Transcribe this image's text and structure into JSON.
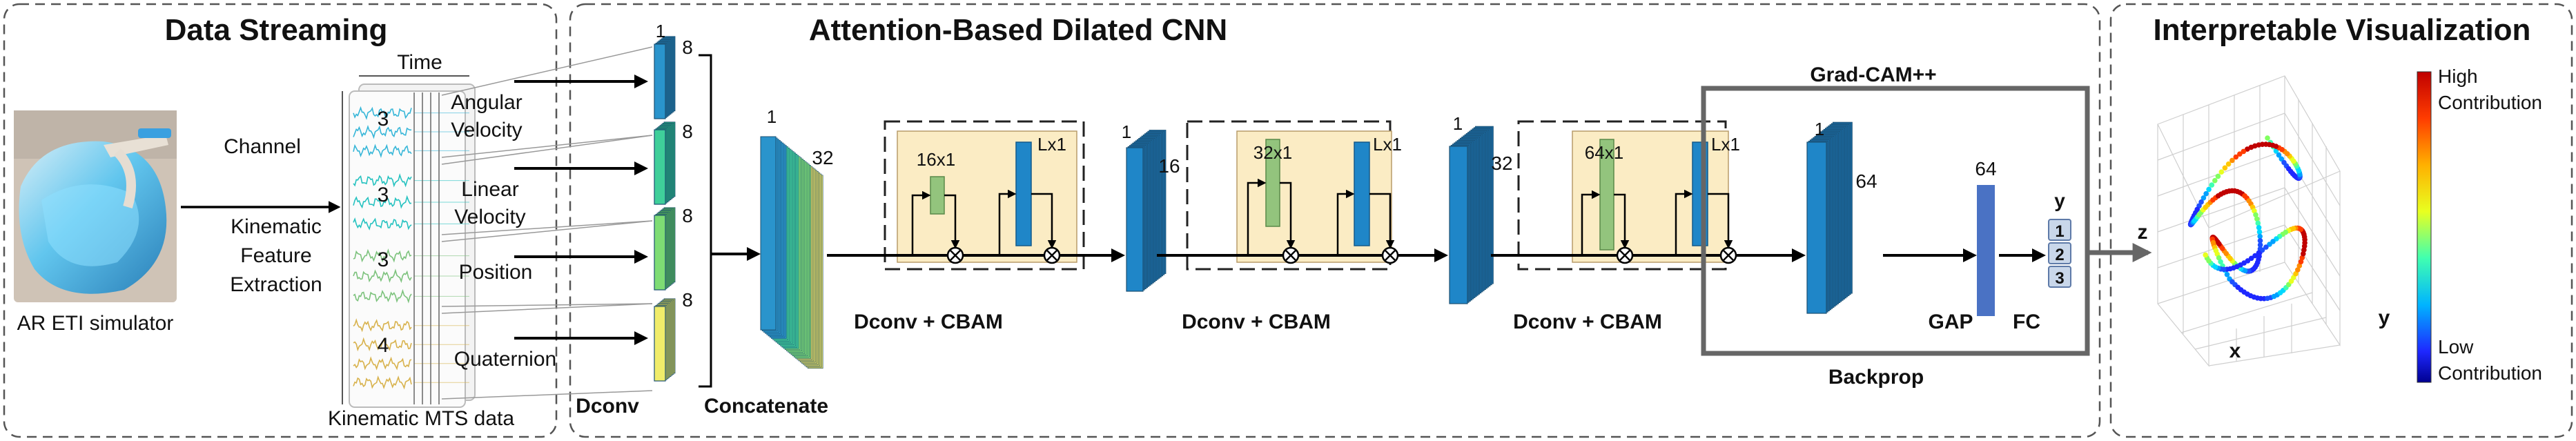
{
  "panels": {
    "left_title": "Data Streaming",
    "middle_title": "Attention-Based Dilated CNN",
    "right_title": "Interpretable Visualization"
  },
  "streaming": {
    "simulator_caption": "AR ETI simulator",
    "kinematic_lines": [
      "Kinematic",
      "Feature",
      "Extraction"
    ],
    "time_label": "Time",
    "channel_label": "Channel",
    "mts_caption": "Kinematic MTS data",
    "group_counts": [
      "3",
      "3",
      "3",
      "4"
    ],
    "feature_groups": [
      "Angular",
      "Velocity",
      "Linear",
      "Velocity",
      "Position",
      "Quaternion"
    ]
  },
  "network": {
    "first_layer_dims": {
      "top": "1",
      "side": "8"
    },
    "first_layer_label": "Dconv",
    "concat_label": "Concatenate",
    "concat_dims": {
      "top": "1",
      "side": "32"
    },
    "blocks": [
      {
        "kernel": "16x1",
        "lx": "Lx1",
        "label": "Dconv + CBAM",
        "out_top": "1",
        "out_side": "16"
      },
      {
        "kernel": "32x1",
        "lx": "Lx1",
        "label": "Dconv + CBAM",
        "out_top": "1",
        "out_side": "32"
      },
      {
        "kernel": "64x1",
        "lx": "Lx1",
        "label": "Dconv + CBAM",
        "out_top": "1",
        "out_side": "64"
      }
    ],
    "gap_label": "GAP",
    "gap_dim": "64",
    "fc_label": "FC",
    "y_label": "y",
    "outputs": [
      "1",
      "2",
      "3"
    ],
    "gradcam_label": "Grad-CAM++",
    "backprop_label": "Backprop"
  },
  "visualization": {
    "high_label": [
      "High",
      "Contribution"
    ],
    "low_label": [
      "Low",
      "Contribution"
    ],
    "axes": {
      "x": "x",
      "y": "y",
      "z": "z"
    }
  },
  "colors": {
    "layer_blue": "#1f86c8",
    "layer_green": "#5fd08e",
    "layer_yellow": "#f3ef7c",
    "cbam_bg": "#fbecc4",
    "kernel_green": "#93c47d",
    "fc_blue": "#4a72c4",
    "frame_gray": "#666666"
  }
}
